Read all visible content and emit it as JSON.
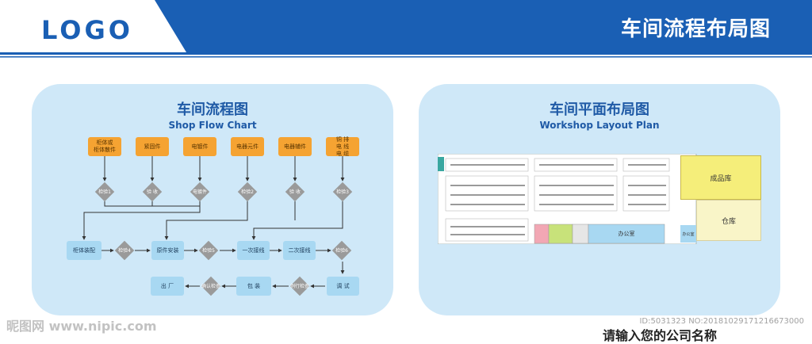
{
  "colors": {
    "primary_blue": "#1a5fb4",
    "panel_bg": "#cfe8f8",
    "orange": "#f5a332",
    "step_blue": "#a8d8f2",
    "diamond_gray": "#9a9a9a",
    "yellow_room": "#f5ee7a",
    "light_yellow": "#f9f5c8"
  },
  "header": {
    "logo": "LOGO",
    "title": "车间流程布局图"
  },
  "flow_panel": {
    "title_cn": "车间流程图",
    "title_en": "Shop Flow Chart",
    "sources": [
      "柜体或\n柜体散件",
      "紧固件",
      "电镀件",
      "电器元件",
      "电器辅件",
      "铜 排\n电 线\n电 缆"
    ],
    "checks": [
      "检验1",
      "验 收",
      "电镀件",
      "检验2",
      "验 收",
      "检验3"
    ],
    "row1": [
      "柜体装配",
      "检验4",
      "原件安装",
      "检验5",
      "一次接线",
      "二次接线",
      "检验6"
    ],
    "row2": [
      "出 厂",
      "确认检查",
      "包 装",
      "例行检查",
      "调 试"
    ]
  },
  "layout_panel": {
    "title_cn": "车间平面布局图",
    "title_en": "Workshop Layout Plan",
    "rooms": {
      "finished_store": "成品库",
      "warehouse": "仓库",
      "office_1": "办公室",
      "office_2": "办公室"
    }
  },
  "watermark": {
    "site": "昵图网 www.nipic.com",
    "id": "ID:5031323 NO:20181029171216673000"
  },
  "bottom_text": "请输入您的公司名称"
}
